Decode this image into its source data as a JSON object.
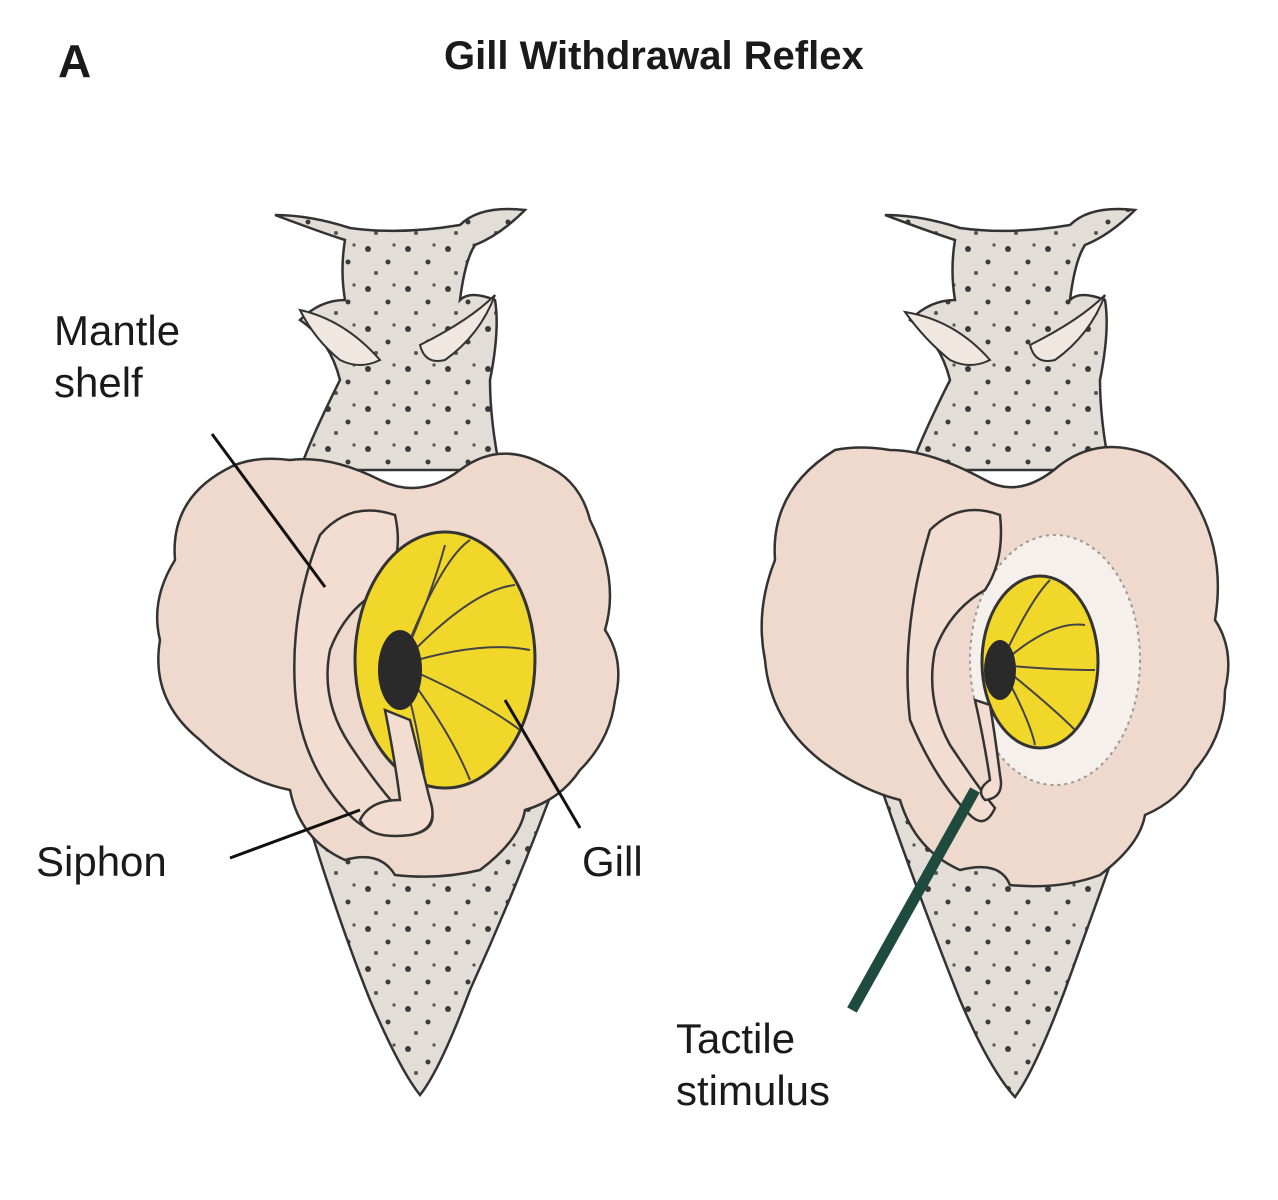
{
  "figure": {
    "panel_letter": "A",
    "title": "Gill Withdrawal Reflex"
  },
  "labels": {
    "mantle_shelf": "Mantle shelf",
    "siphon": "Siphon",
    "gill": "Gill",
    "tactile_stimulus": "Tactile stimulus"
  },
  "colors": {
    "body_speckle": "#d9d3cc",
    "mantle": "#ecd6c8",
    "gill": "#f1d72a",
    "probe": "#1f4a3e",
    "outline": "#333333"
  }
}
